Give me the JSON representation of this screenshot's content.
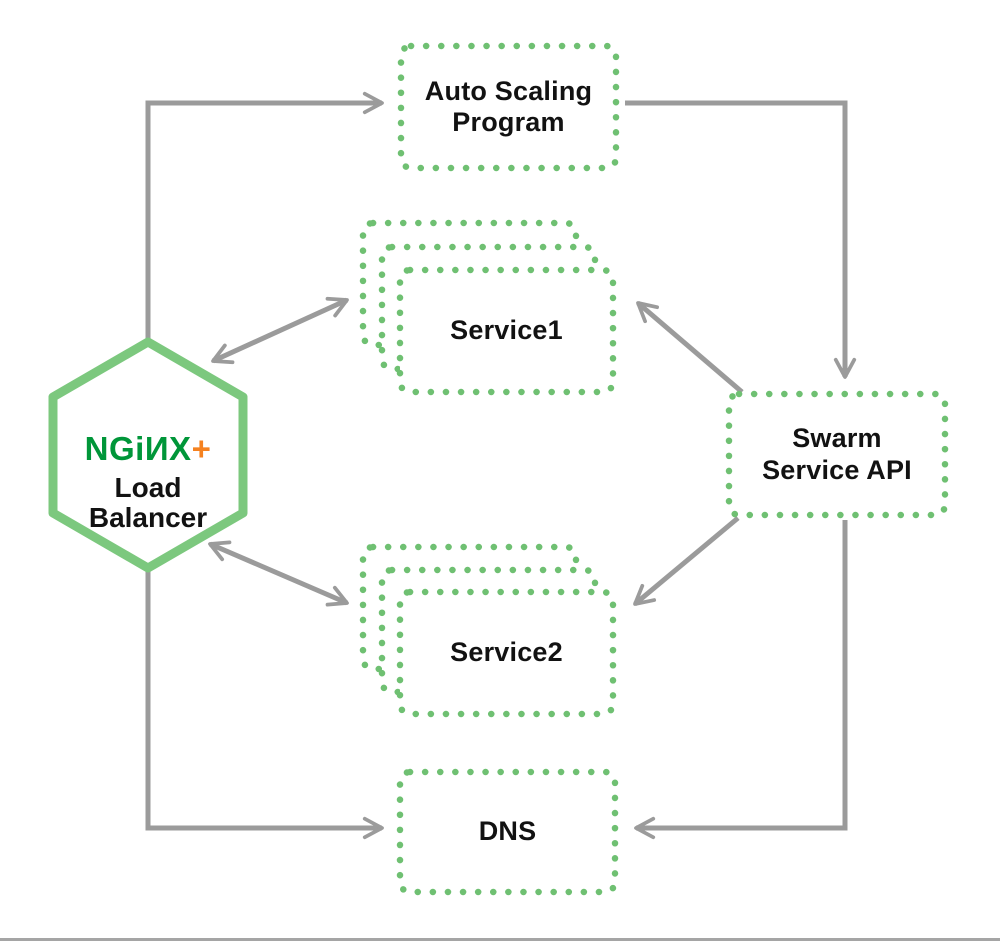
{
  "nodes": {
    "auto_scaling": {
      "label": "Auto Scaling\nProgram"
    },
    "service1": {
      "label": "Service1"
    },
    "service2": {
      "label": "Service2"
    },
    "swarm_api": {
      "label": "Swarm\nService API"
    },
    "dns": {
      "label": "DNS"
    },
    "load_balancer": {
      "logo": "NGiИX",
      "plus": "+",
      "label": "Load\nBalancer"
    }
  },
  "edges": [
    {
      "from": "load_balancer",
      "to": "auto_scaling",
      "direction": "one-way"
    },
    {
      "from": "auto_scaling",
      "to": "swarm_api",
      "direction": "one-way"
    },
    {
      "from": "load_balancer",
      "to": "service1",
      "direction": "two-way"
    },
    {
      "from": "load_balancer",
      "to": "service2",
      "direction": "two-way"
    },
    {
      "from": "swarm_api",
      "to": "service1",
      "direction": "one-way"
    },
    {
      "from": "swarm_api",
      "to": "service2",
      "direction": "one-way"
    },
    {
      "from": "load_balancer",
      "to": "dns",
      "direction": "one-way"
    },
    {
      "from": "swarm_api",
      "to": "dns",
      "direction": "one-way"
    }
  ],
  "colors": {
    "dot_green": "#6fc072",
    "hex_green": "#7cc87e",
    "nginx_green": "#009639",
    "plus_orange": "#f58220",
    "arrow_gray": "#9b9b9b",
    "text_black": "#121212"
  }
}
